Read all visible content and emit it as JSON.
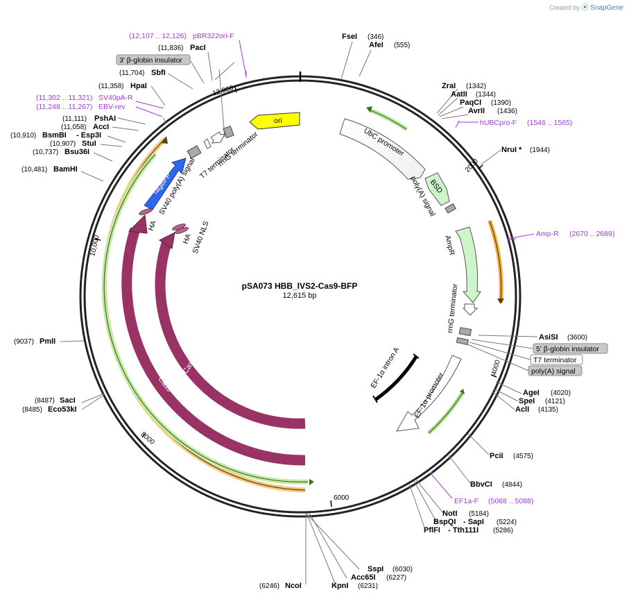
{
  "brand": {
    "created_by": "Created by",
    "name": "SnapGene"
  },
  "plasmid": {
    "name": "pSA073 HBB_IVS2-Cas9-BFP",
    "size": "12,615 bp"
  },
  "ticks": [
    "2000",
    "4000",
    "6000",
    "8000",
    "10,000",
    "12,000"
  ],
  "enzymes": [
    {
      "name": "FseI",
      "pos": "(346)"
    },
    {
      "name": "AfeI",
      "pos": "(555)"
    },
    {
      "name": "ZraI",
      "pos": "(1342)"
    },
    {
      "name": "AatII",
      "pos": "(1344)"
    },
    {
      "name": "PaqCI",
      "pos": "(1390)"
    },
    {
      "name": "AvrII",
      "pos": "(1436)"
    },
    {
      "name": "NruI *",
      "pos": "(1944)"
    },
    {
      "name": "AsiSI",
      "pos": "(3600)"
    },
    {
      "name": "AgeI",
      "pos": "(4020)"
    },
    {
      "name": "SpeI",
      "pos": "(4121)"
    },
    {
      "name": "AclI",
      "pos": "(4135)"
    },
    {
      "name": "PciI",
      "pos": "(4575)"
    },
    {
      "name": "BbvCI",
      "pos": "(4844)"
    },
    {
      "name": "NotI",
      "pos": "(5184)"
    },
    {
      "name": "BspQI",
      "pos": ""
    },
    {
      "name": "- SapI",
      "pos": "(5224)"
    },
    {
      "name": "PflFI",
      "pos": ""
    },
    {
      "name": "- Tth111I",
      "pos": "(5286)"
    },
    {
      "name": "SspI",
      "pos": "(6030)"
    },
    {
      "name": "Acc65I",
      "pos": "(6227)"
    },
    {
      "name": "KpnI",
      "pos": "(6231)"
    },
    {
      "name": "NcoI",
      "pos": "(6246)"
    },
    {
      "name": "SacI",
      "pos": "(8487)"
    },
    {
      "name": "Eco53kI",
      "pos": "(8485)"
    },
    {
      "name": "PmlI",
      "pos": "(9037)"
    },
    {
      "name": "BamHI",
      "pos": "(10,481)"
    },
    {
      "name": "Bsu36I",
      "pos": "(10,737)"
    },
    {
      "name": "StuI",
      "pos": "(10,907)"
    },
    {
      "name": "BsmBI",
      "pos": "(10,910)"
    },
    {
      "name": "- Esp3I",
      "pos": ""
    },
    {
      "name": "AccI",
      "pos": "(11,058)"
    },
    {
      "name": "PshAI",
      "pos": "(11,111)"
    },
    {
      "name": "HpaI",
      "pos": "(11,358)"
    },
    {
      "name": "SbfI",
      "pos": "(11,704)"
    },
    {
      "name": "PacI",
      "pos": "(11,836)"
    }
  ],
  "primers": [
    {
      "name": "pBR322ori-F",
      "range": "(12,107 .. 12,126)"
    },
    {
      "name": "SV40pA-R",
      "range": "(11,302 .. 11,321)"
    },
    {
      "name": "EBV-rev",
      "range": "(11,248 .. 11,267)"
    },
    {
      "name": "hUBCpro-F",
      "range": "(1546 .. 1565)"
    },
    {
      "name": "Amp-R",
      "range": "(2670 .. 2689)"
    },
    {
      "name": "EF1a-F",
      "range": "(5068 .. 5088)"
    }
  ],
  "boxed_labels": {
    "beta_globin_3": "3' β-globin insulator",
    "beta_globin_5": "5' β-globin insulator",
    "t7_terminator": "T7 terminator",
    "polya_signal": "poly(A) signal"
  },
  "features": {
    "ori": "ori",
    "ubc": "UbC promoter",
    "bsd": "BSD",
    "polya": "poly(A) signal",
    "ampr": "AmpR",
    "rrng_right": "rrnG terminator",
    "ef1a_intron": "EF-1α intron A",
    "ef1a_promoter": "EF-1α promoter",
    "rrng_top": "rrnG terminator",
    "t7_term": "T7 terminator",
    "sv40pa": "SV40 poly(A) signal",
    "tagbfp": "TagBFP",
    "ha1": "HA",
    "ha2": "HA",
    "sv40nls": "SV40 NLS",
    "cas9_inner": "Cas9",
    "cas9_outer": "Cas9"
  },
  "colors": {
    "ori": "#ffff00",
    "bsd": "#ccf5cc",
    "ampr": "#ccf5cc",
    "tagbfp": "#2f66f0",
    "cas9": "#993366",
    "orf_orange": "#f5b041",
    "orf_green": "#7dc242",
    "primer": "#a23ad4",
    "grey_box": "#c8c8c8"
  }
}
